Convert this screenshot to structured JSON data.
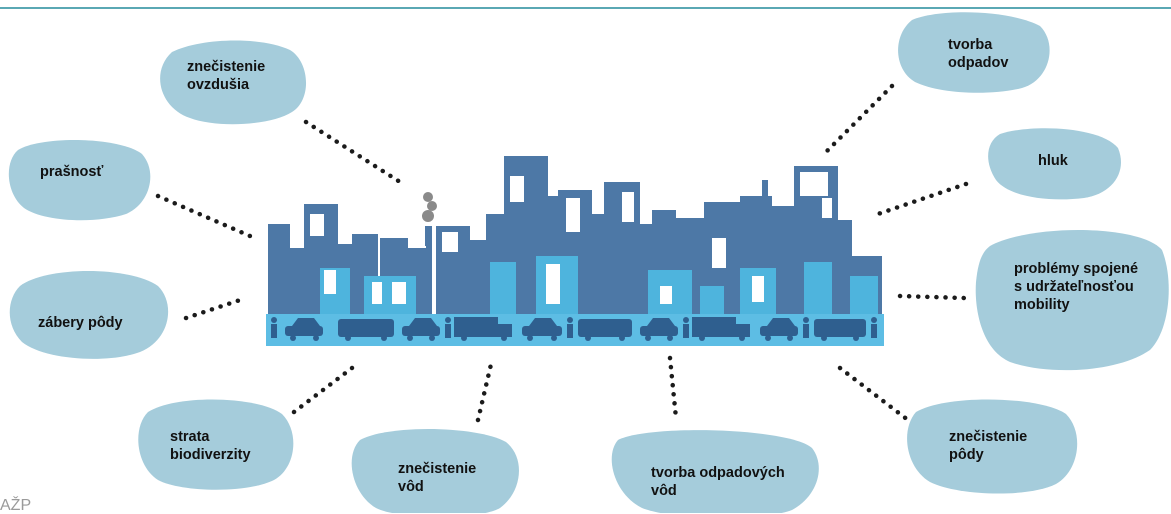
{
  "colors": {
    "bubble": "#a5ccdb",
    "building_dark": "#4d78a6",
    "building_light": "#4eb4dd",
    "street": "#5dbde4",
    "vehicle": "#2f5f8f",
    "dots": "#1b1b1b",
    "rule": "#5aa8b4"
  },
  "labels": {
    "air": "znečistenie\novzdušia",
    "waste": "tvorba\nodpadov",
    "dust": "prašnosť",
    "noise": "hluk",
    "land": "zábery pôdy",
    "mobility": "problémy spojené\ns udržateľnosťou\nmobility",
    "biodiversity": "strata\nbiodiverzity",
    "water": "znečistenie\nvôd",
    "wastewater": "tvorba odpadových\nvôd",
    "soil": "znečistenie\npôdy"
  },
  "corner_fragment": "AŽP",
  "icons": {
    "city": "city-skyline-icon",
    "smoke": "smoke-icon",
    "car": "car-icon",
    "bus": "bus-icon",
    "truck": "truck-icon",
    "person": "person-icon"
  }
}
